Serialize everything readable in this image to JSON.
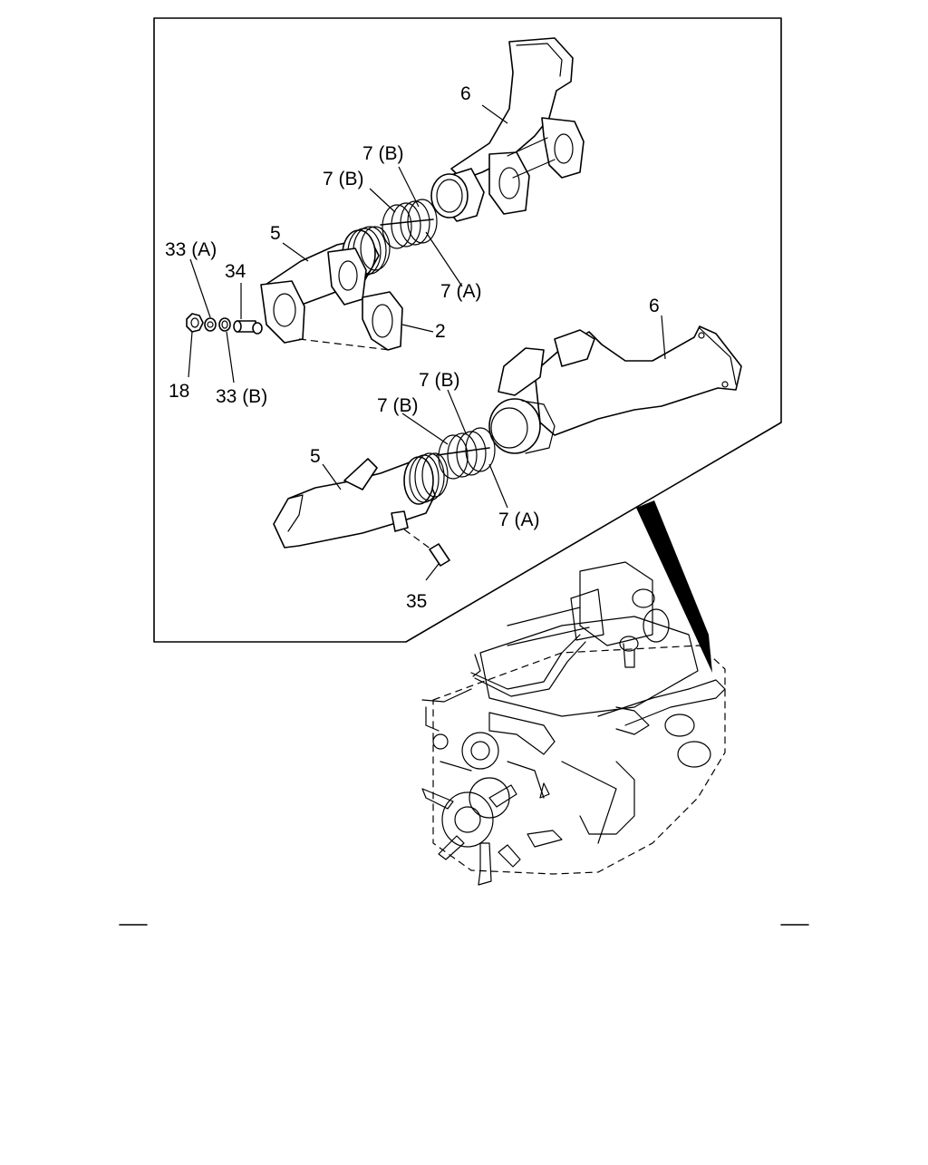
{
  "callouts": {
    "upper": {
      "p6": "6",
      "p7b_1": "7 (B)",
      "p7b_2": "7 (B)",
      "p5": "5",
      "p7a": "7 (A)",
      "p33a": "33 (A)",
      "p34": "34",
      "p2": "2",
      "p18": "18",
      "p33b": "33 (B)"
    },
    "lower": {
      "p6": "6",
      "p7b_1": "7 (B)",
      "p7b_2": "7 (B)",
      "p5": "5",
      "p7a": "7 (A)",
      "p35": "35"
    }
  },
  "colors": {
    "line": "#000000",
    "background": "#ffffff"
  }
}
